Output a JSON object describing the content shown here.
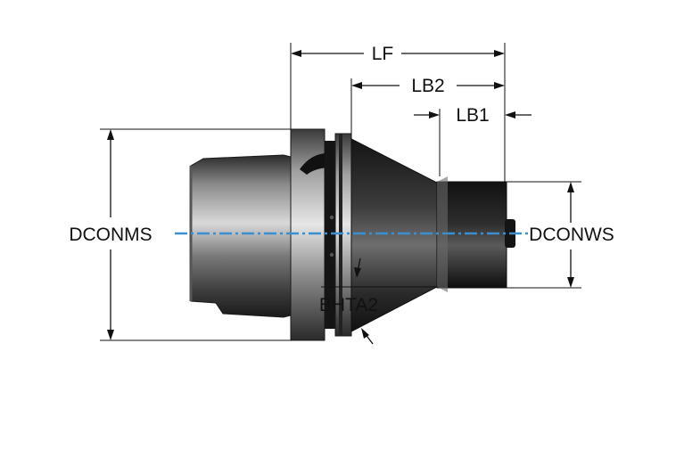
{
  "labels": {
    "lf": "LF",
    "lb2": "LB2",
    "lb1": "LB1",
    "dconms": "DCONMS",
    "dconws": "DCONWS",
    "bhta2": "BHTA2"
  },
  "colors": {
    "centerline": "#3a8fd0",
    "body_dark": "#1a1a1a",
    "body_light": "#c8c8c8"
  }
}
